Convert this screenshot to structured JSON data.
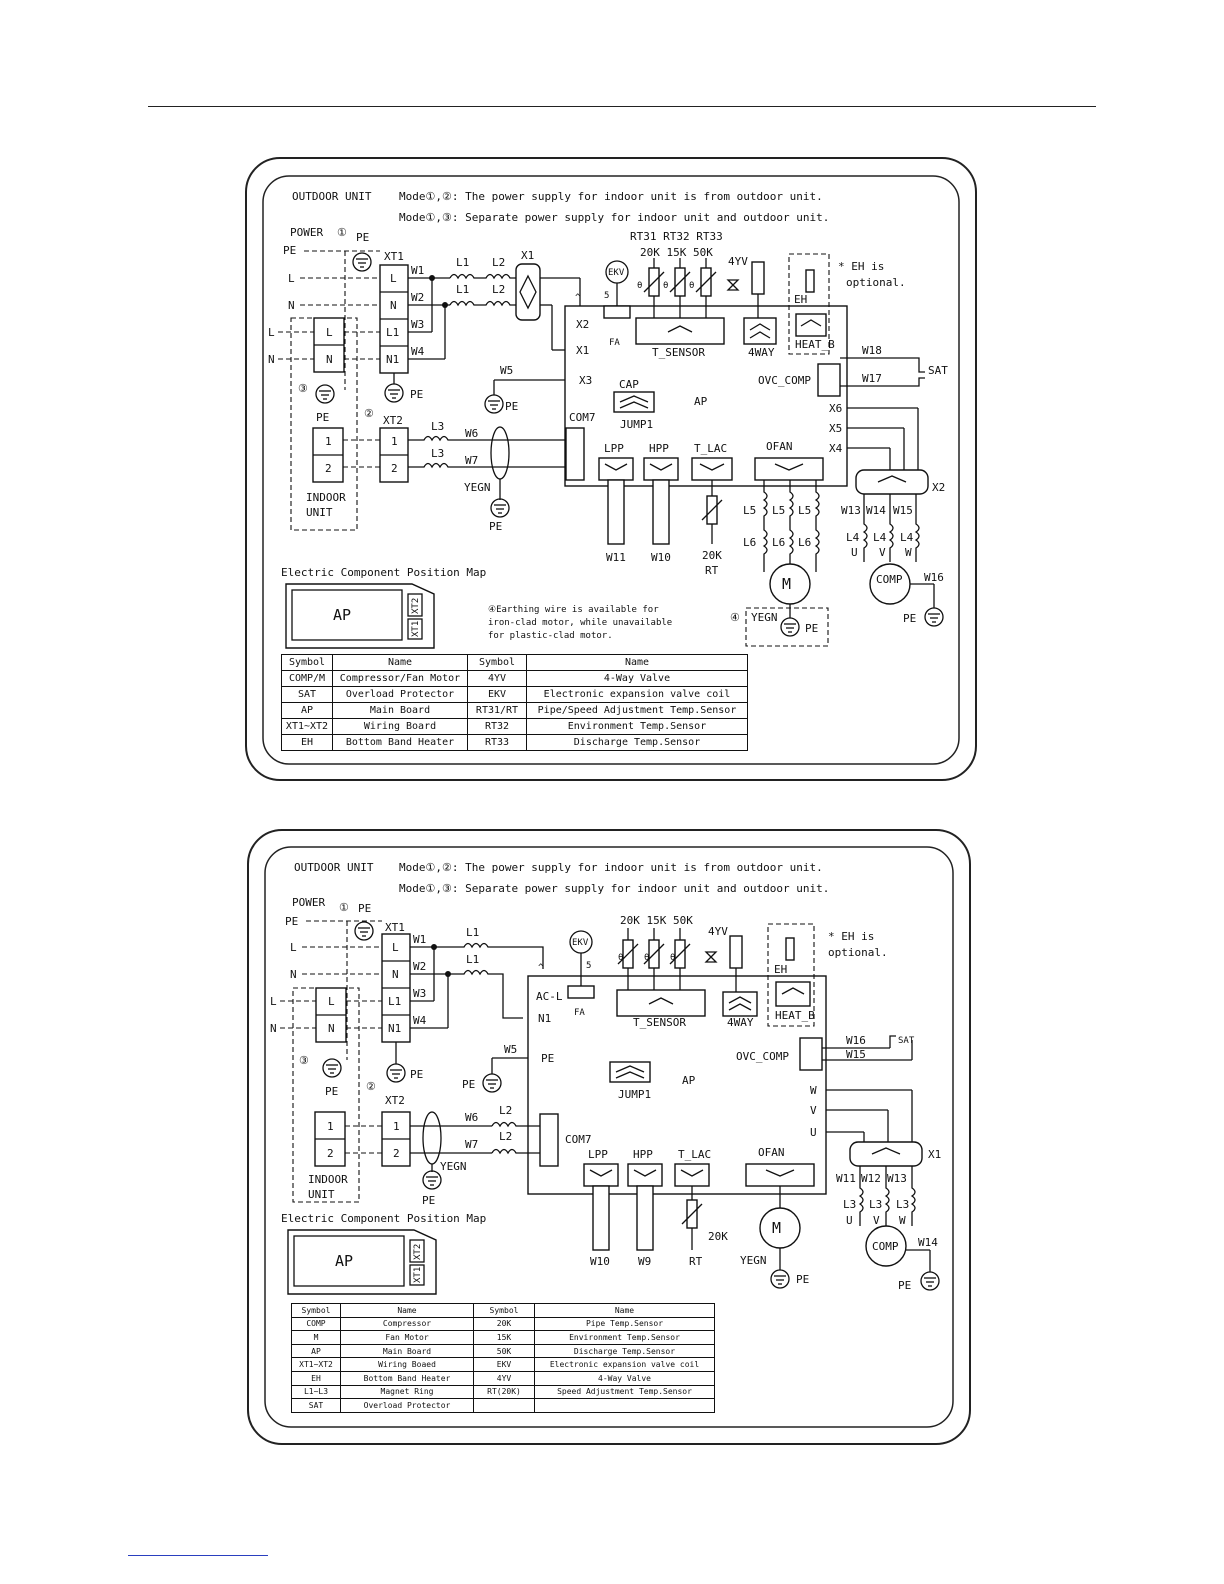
{
  "diagram1": {
    "outdoor_unit": "OUTDOOR UNIT",
    "mode_line1": "Mode①,②: The power supply for indoor unit is from outdoor unit.",
    "mode_line2": "Mode①,③: Separate power supply for indoor unit and outdoor unit.",
    "power": "POWER",
    "circ1": "①",
    "circ2": "②",
    "circ3": "③",
    "circ4": "④",
    "pe": "PE",
    "l": "L",
    "n": "N",
    "xt1": "XT1",
    "xt2": "XT2",
    "xt1_terms": [
      "L",
      "N",
      "L1",
      "N1"
    ],
    "xt2_terms": [
      "1",
      "2"
    ],
    "indoor_terms": [
      "1",
      "2"
    ],
    "indoor_left_terms": [
      "L",
      "N"
    ],
    "wires_xt1": [
      "W1",
      "W2",
      "W3",
      "W4"
    ],
    "w5": "W5",
    "w6": "W6",
    "w7": "W7",
    "l1": "L1",
    "l2": "L2",
    "l3": "L3",
    "x1": "X1",
    "x2": "X2",
    "x3": "X3",
    "ekv": "EKV",
    "ekv_num": "5",
    "fa": "FA",
    "rt_labels": "RT31 RT32 RT33",
    "rt_values": "20K  15K  50K",
    "theta": "θ",
    "t_sensor": "T_SENSOR",
    "fouryv": "4YV",
    "fourway": "4WAY",
    "eh": "EH",
    "heat_b": "HEAT_B",
    "eh_note_1": "* EH is",
    "eh_note_2": "optional.",
    "cap": "CAP",
    "jump1": "JUMP1",
    "ap": "AP",
    "com7": "COM7",
    "ovc_comp": "OVC_COMP",
    "w18": "W18",
    "w17": "W17",
    "sat": "SAT",
    "x6": "X6",
    "x5": "X5",
    "x4": "X4",
    "lpp": "LPP",
    "hpp": "HPP",
    "t_lac": "T_LAC",
    "ofan": "OFAN",
    "yegn": "YEGN",
    "w11": "W11",
    "w10": "W10",
    "rt_20k": "20K",
    "rt": "RT",
    "l5": "L5",
    "l6": "L6",
    "m": "M",
    "x2_right": "X2",
    "w13": "W13",
    "w14": "W14",
    "w15": "W15",
    "l4": "L4",
    "u": "U",
    "v": "V",
    "wv": "W",
    "comp": "COMP",
    "w16": "W16",
    "indoor_unit_1": "INDOOR",
    "indoor_unit_2": "UNIT",
    "position_map": "Electric Component Position Map",
    "map_ap": "AP",
    "map_xt2": "XT2",
    "map_xt1": "XT1",
    "earth_note_1": "④Earthing wire is available for",
    "earth_note_2": "iron-clad motor, while unavailable",
    "earth_note_3": "for plastic-clad motor.",
    "table_header": [
      "Symbol",
      "Name",
      "Symbol",
      "Name"
    ],
    "table_rows": [
      [
        "COMP/M",
        "Compressor/Fan Motor",
        "4YV",
        "4-Way Valve"
      ],
      [
        "SAT",
        "Overload Protector",
        "EKV",
        "Electronic expansion valve coil"
      ],
      [
        "AP",
        "Main Board",
        "RT31/RT",
        "Pipe/Speed Adjustment  Temp.Sensor"
      ],
      [
        "XT1~XT2",
        "Wiring Board",
        "RT32",
        "Environment Temp.Sensor"
      ],
      [
        "EH",
        "Bottom Band Heater",
        "RT33",
        "Discharge Temp.Sensor"
      ]
    ]
  },
  "diagram2": {
    "outdoor_unit": "OUTDOOR UNIT",
    "mode_line1": "Mode①,②: The power supply for indoor unit is from outdoor unit.",
    "mode_line2": "Mode①,③: Separate power supply for indoor unit and outdoor unit.",
    "power": "POWER",
    "circ1": "①",
    "circ2": "②",
    "circ3": "③",
    "pe": "PE",
    "l": "L",
    "n": "N",
    "xt1": "XT1",
    "xt2": "XT2",
    "xt1_terms": [
      "L",
      "N",
      "L1",
      "N1"
    ],
    "xt2_terms": [
      "1",
      "2"
    ],
    "indoor_terms": [
      "1",
      "2"
    ],
    "indoor_left_terms": [
      "L",
      "N"
    ],
    "wires_xt1": [
      "W1",
      "W2",
      "W3",
      "W4"
    ],
    "w5": "W5",
    "w6": "W6",
    "w7": "W7",
    "l1": "L1",
    "l2": "L2",
    "l3": "L3",
    "ekv": "EKV",
    "ekv_num": "5",
    "fa": "FA",
    "rt_values": "20K  15K  50K",
    "theta": "θ",
    "t_sensor": "T_SENSOR",
    "fouryv": "4YV",
    "fourway": "4WAY",
    "eh": "EH",
    "heat_b": "HEAT_B",
    "eh_note_1": "* EH is",
    "eh_note_2": "optional.",
    "ac_l": "AC-L",
    "n1": "N1",
    "pe_board": "PE",
    "jump1": "JUMP1",
    "ap": "AP",
    "com7": "COM7",
    "ovc_comp": "OVC_COMP",
    "w16": "W16",
    "w15": "W15",
    "sat": "SAT",
    "w_term": "W",
    "v_term": "V",
    "u_term": "U",
    "lpp": "LPP",
    "hpp": "HPP",
    "t_lac": "T_LAC",
    "ofan": "OFAN",
    "yegn": "YEGN",
    "w10": "W10",
    "w9": "W9",
    "rt_20k": "20K",
    "rt": "RT",
    "m": "M",
    "x1": "X1",
    "w11": "W11",
    "w12": "W12",
    "w13": "W13",
    "u": "U",
    "v": "V",
    "wv": "W",
    "comp": "COMP",
    "w14": "W14",
    "indoor_unit_1": "INDOOR",
    "indoor_unit_2": "UNIT",
    "position_map": "Electric Component Position Map",
    "map_ap": "AP",
    "map_xt2": "XT2",
    "map_xt1": "XT1",
    "table_header": [
      "Symbol",
      "Name",
      "Symbol",
      "Name"
    ],
    "table_rows": [
      [
        "COMP",
        "Compressor",
        "20K",
        "Pipe Temp.Sensor"
      ],
      [
        "M",
        "Fan Motor",
        "15K",
        "Environment Temp.Sensor"
      ],
      [
        "AP",
        "Main Board",
        "50K",
        "Discharge Temp.Sensor"
      ],
      [
        "XT1~XT2",
        "Wiring Boaed",
        "EKV",
        "Electronic expansion valve coil"
      ],
      [
        "EH",
        "Bottom Band Heater",
        "4YV",
        "4-Way Valve"
      ],
      [
        "L1~L3",
        "Magnet Ring",
        "RT(20K)",
        "Speed Adjustment Temp.Sensor"
      ],
      [
        "SAT",
        "Overload Protector",
        "",
        ""
      ]
    ]
  }
}
